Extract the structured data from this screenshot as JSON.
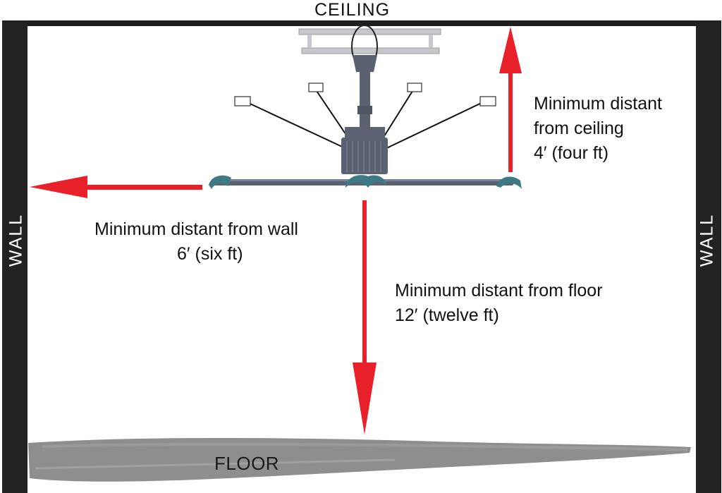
{
  "labels": {
    "ceiling": "CEILING",
    "floor": "FLOOR",
    "wall_left": "WALL",
    "wall_right": "WALL"
  },
  "notes": {
    "ceiling": {
      "line1": "Minimum distant",
      "line2": "from ceiling",
      "line3": "4′ (four ft)"
    },
    "wall": {
      "line1": "Minimum distant from wall",
      "line2": "6′ (six ft)"
    },
    "floor": {
      "line1": "Minimum distant from floor",
      "line2": "12′ (twelve ft)"
    }
  },
  "colors": {
    "arrow": "#e8202a",
    "wall": "#222222",
    "floor": "#8c8c8c",
    "fan_body": "#5a6170",
    "fan_blade_tip": "#3d7a86"
  }
}
